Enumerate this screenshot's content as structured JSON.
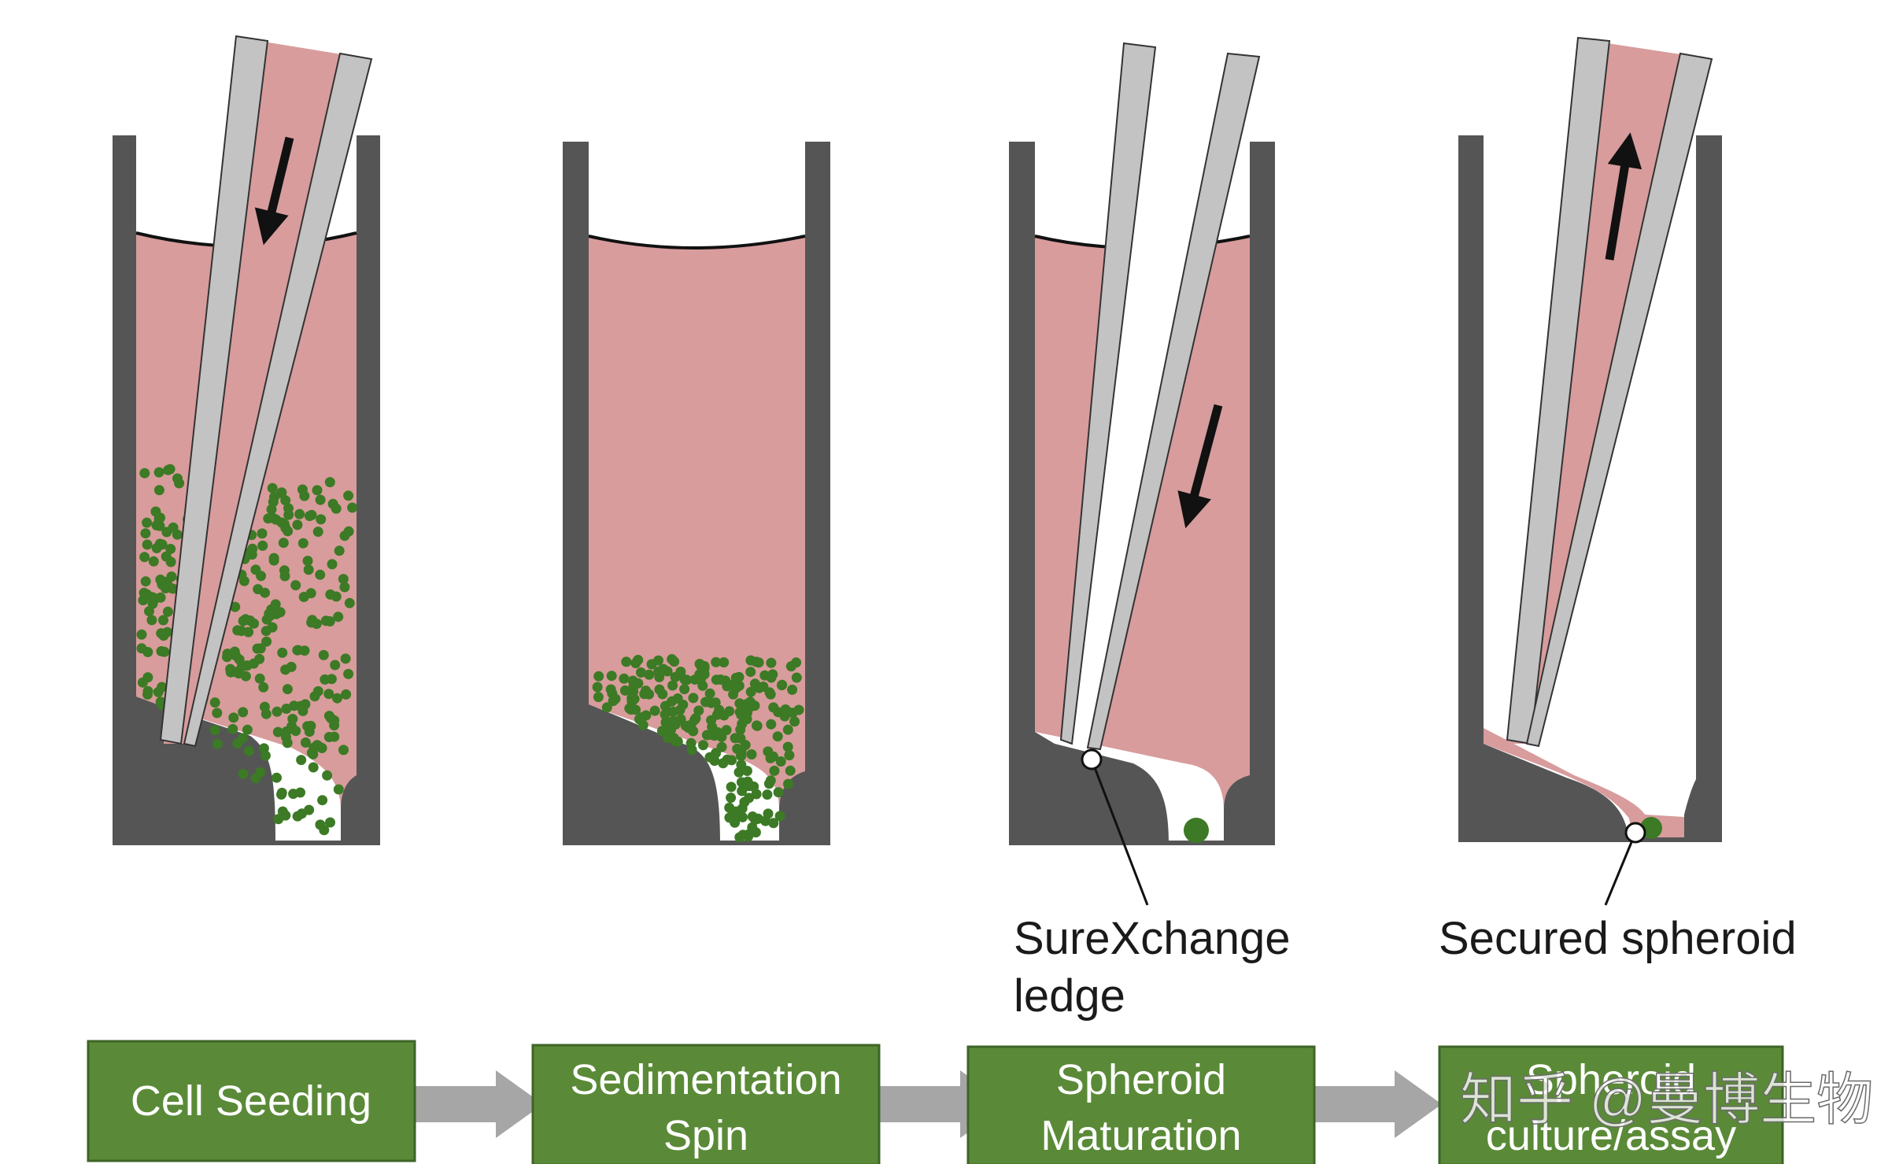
{
  "colors": {
    "medium": "#d89c9c",
    "well_wall": "#555555",
    "tip_wall": "#c3c3c3",
    "cells": "#3c7a25",
    "step_box": "#5a8a37",
    "step_border": "#3e6427",
    "flow_arrow": "#a6a6a6"
  },
  "callouts": {
    "ledge_line1": "SureXchange",
    "ledge_line2": "ledge",
    "spheroid": "Secured spheroid"
  },
  "steps": [
    {
      "line1": "Cell Seeding",
      "line2": ""
    },
    {
      "line1": "Sedimentation",
      "line2": "Spin"
    },
    {
      "line1": "Spheroid",
      "line2": "Maturation"
    },
    {
      "line1": "Spheroid",
      "line2": "culture/assay"
    }
  ],
  "watermark": "知乎 @曼博生物",
  "icons": {
    "flow_arrows": "right-arrow-icon",
    "pipette_arrows": "flow-direction-arrow-icon"
  }
}
